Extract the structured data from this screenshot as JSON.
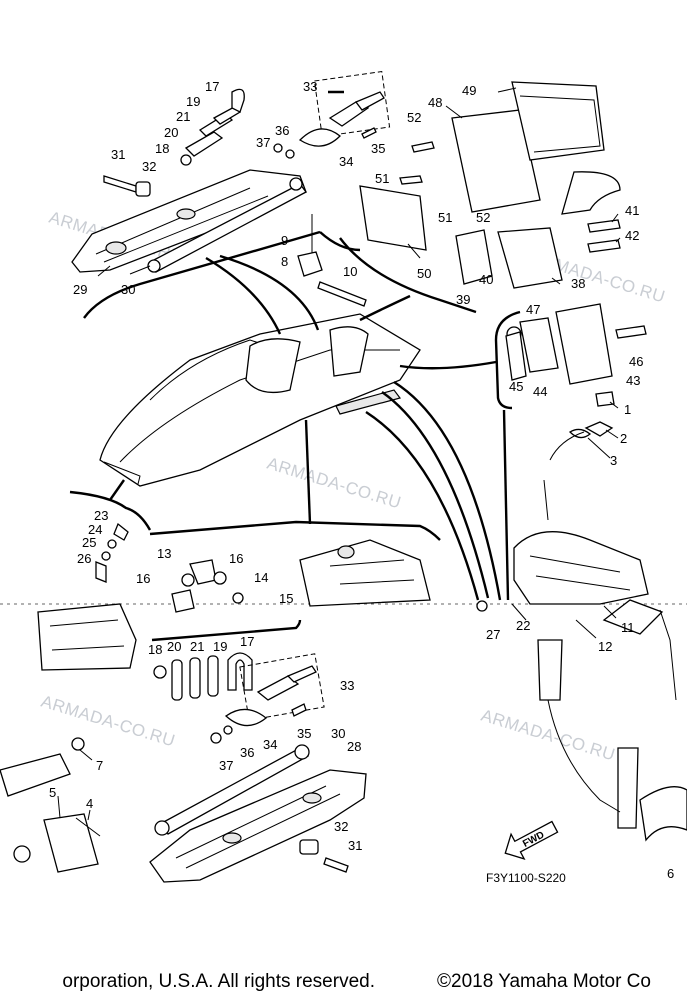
{
  "callouts": {
    "n1": "1",
    "n2": "2",
    "n3": "3",
    "n4": "4",
    "n5": "5",
    "n6": "6",
    "n7": "7",
    "n8": "8",
    "n9": "9",
    "n10": "10",
    "n11": "11",
    "n12": "12",
    "n13": "13",
    "n14": "14",
    "n15": "15",
    "n16": "16",
    "n17": "17",
    "n18": "18",
    "n19": "19",
    "n20": "20",
    "n21": "21",
    "n22": "22",
    "n23": "23",
    "n24": "24",
    "n25": "25",
    "n26": "26",
    "n27": "27",
    "n28": "28",
    "n29": "29",
    "n30": "30",
    "n31": "31",
    "n32": "32",
    "n33": "33",
    "n34": "34",
    "n35": "35",
    "n36": "36",
    "n37": "37",
    "n38": "38",
    "n39": "39",
    "n40": "40",
    "n41": "41",
    "n42": "42",
    "n43": "43",
    "n44": "44",
    "n45": "45",
    "n46": "46",
    "n47": "47",
    "n48": "48",
    "n49": "49",
    "n50": "50",
    "n51": "51",
    "n52": "52"
  },
  "watermark": "ARMADA-CO.RU",
  "diagram_code": "F3Y1100-S220",
  "fwd_label": "FWD",
  "footer": {
    "left": "orporation, U.S.A. All rights reserved.",
    "right": "©2018 Yamaha Motor Co"
  }
}
